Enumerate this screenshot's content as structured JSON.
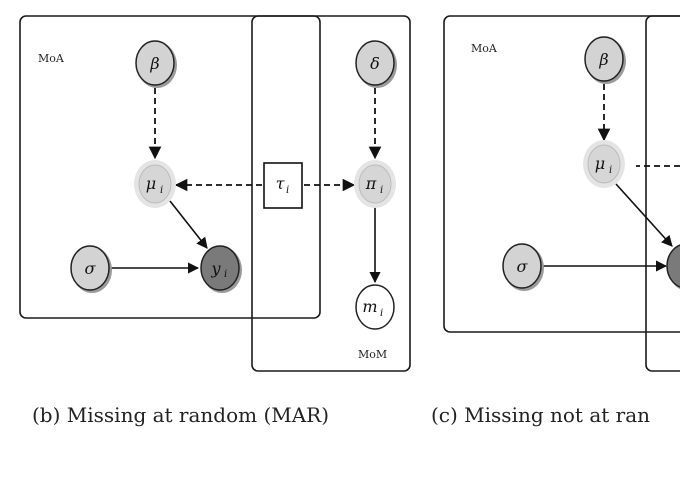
{
  "panel_b": {
    "moa_label": "MoA",
    "mom_label": "MoM",
    "caption": "(b) Missing at random (MAR)",
    "nodes": {
      "beta": "β",
      "delta": "δ",
      "mu": "μ",
      "mu_sub": "i",
      "tau": "τ",
      "tau_sub": "i",
      "pi": "π",
      "pi_sub": "i",
      "sigma": "σ",
      "y": "y",
      "y_sub": "i",
      "m": "m",
      "m_sub": "i"
    }
  },
  "panel_c": {
    "moa_label": "MoA",
    "caption": "(c) Missing not at ran",
    "nodes": {
      "beta": "β",
      "mu": "μ",
      "mu_sub": "i",
      "sigma": "σ"
    }
  }
}
